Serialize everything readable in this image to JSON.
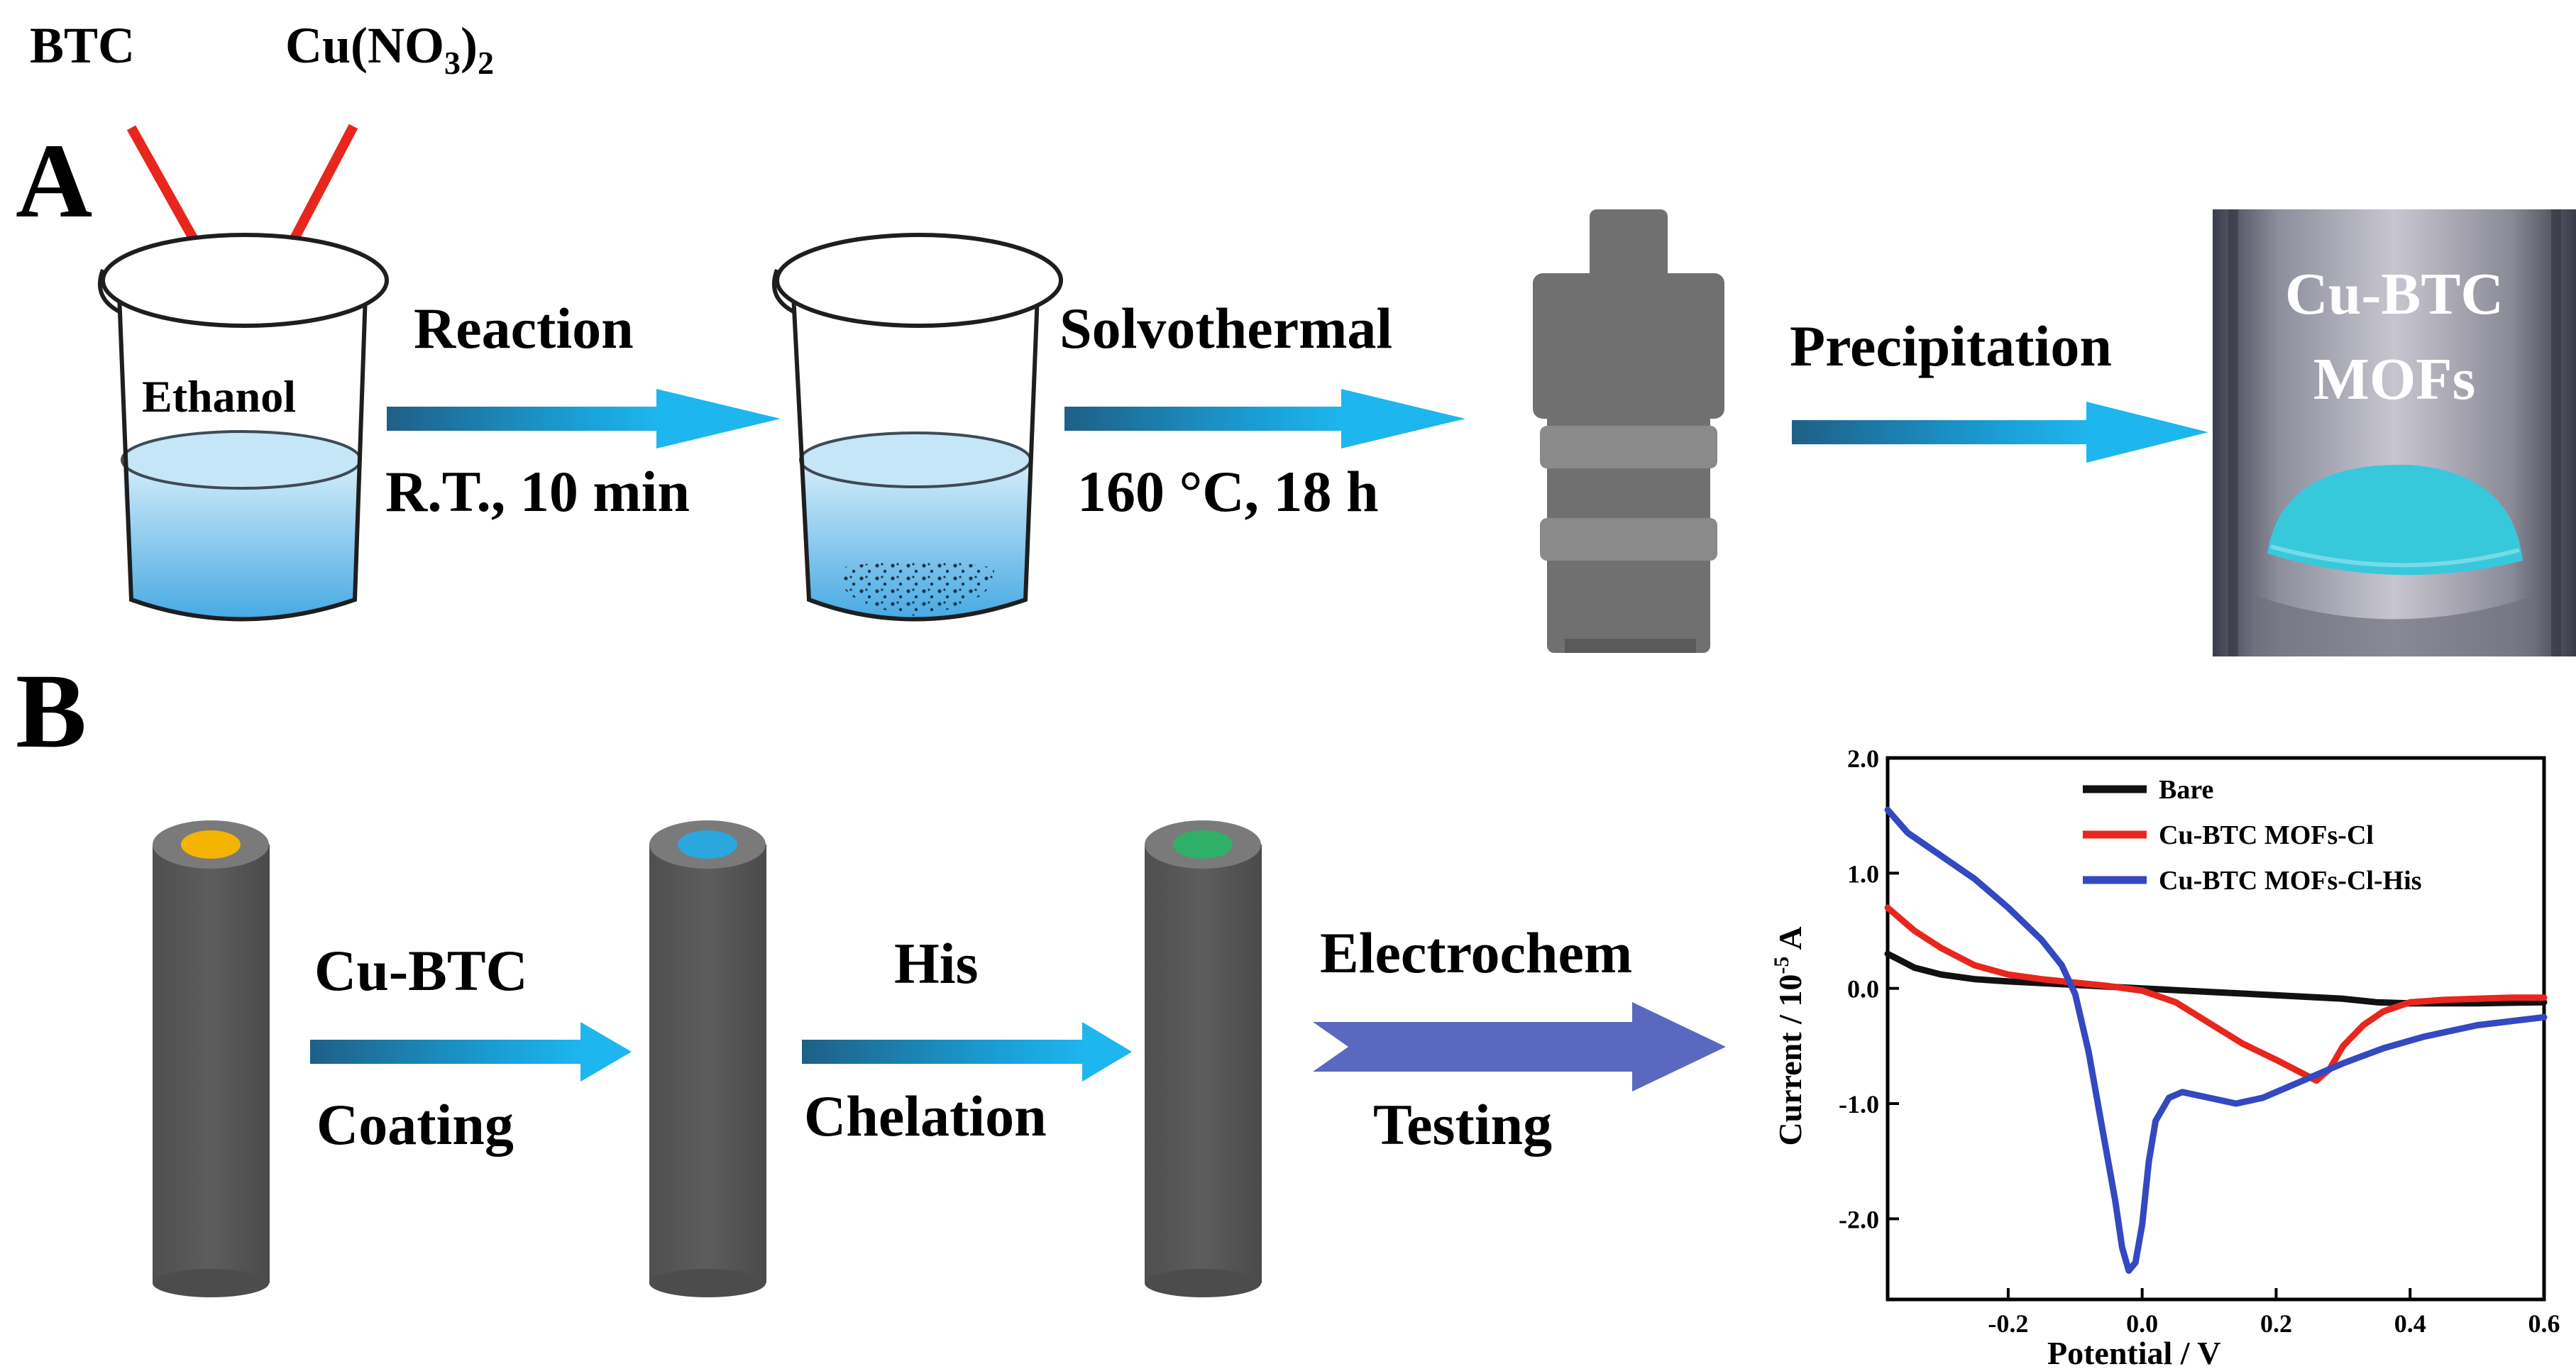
{
  "panel_a": {
    "label": "A",
    "reagent_1": "BTC",
    "reagent_2_prefix": "Cu(NO",
    "reagent_2_sub": "3",
    "reagent_2_suffix": ")",
    "reagent_2_sub2": "2",
    "solvent": "Ethanol",
    "step1_top": "Reaction",
    "step1_bottom": "R.T., 10 min",
    "step2_top": "Solvothermal",
    "step2_bottom": "160 °C, 18 h",
    "step3_top": "Precipitation",
    "product_line1": "Cu-BTC",
    "product_line2": "MOFs"
  },
  "panel_b": {
    "label": "B",
    "step1_top": "Cu-BTC",
    "step1_bottom": "Coating",
    "step2_top": "His",
    "step2_bottom": "Chelation",
    "step3_top": "Electrochem",
    "step3_bottom": "Testing"
  },
  "colors": {
    "arrow_dark": "#1f5f87",
    "arrow_light": "#1eb6ee",
    "electrochem_arrow": "#5a68c0",
    "red_arrow": "#e8261e",
    "electrode": "#585858",
    "electrode_top": "#7a7a7a",
    "tip_bare": "#f5b400",
    "tip_cubtc": "#2aa7df",
    "tip_his": "#2fb069",
    "powder": "#38c8dc",
    "liquid": "#5ab8e8"
  },
  "chart_data": {
    "type": "line",
    "xlabel": "Potential / V",
    "ylabel_prefix": "Current / 10",
    "ylabel_exp": "-5",
    "ylabel_suffix": " A",
    "xlim": [
      -0.38,
      0.6
    ],
    "ylim": [
      -2.7,
      2.0
    ],
    "xticks": [
      -0.2,
      0.0,
      0.2,
      0.4,
      0.6
    ],
    "xtick_labels": [
      "-0.2",
      "0.0",
      "0.2",
      "0.4",
      "0.6"
    ],
    "yticks": [
      2.0,
      1.0,
      0.0,
      -1.0,
      -2.0
    ],
    "ytick_labels": [
      "2.0",
      "1.0",
      "0.0",
      "-1.0",
      "-2.0"
    ],
    "legend_position": "top-right",
    "series": [
      {
        "name": "Bare",
        "color": "#111111",
        "x": [
          -0.38,
          -0.34,
          -0.3,
          -0.25,
          -0.2,
          -0.1,
          0.0,
          0.1,
          0.2,
          0.3,
          0.35,
          0.4,
          0.5,
          0.6
        ],
        "y": [
          0.3,
          0.18,
          0.12,
          0.08,
          0.06,
          0.03,
          0.0,
          -0.03,
          -0.06,
          -0.09,
          -0.12,
          -0.13,
          -0.13,
          -0.12
        ]
      },
      {
        "name": "Cu-BTC MOFs-Cl",
        "color": "#e8261e",
        "x": [
          -0.38,
          -0.34,
          -0.3,
          -0.25,
          -0.2,
          -0.15,
          -0.1,
          -0.05,
          0.0,
          0.05,
          0.1,
          0.15,
          0.2,
          0.24,
          0.26,
          0.28,
          0.3,
          0.33,
          0.36,
          0.4,
          0.45,
          0.5,
          0.55,
          0.6
        ],
        "y": [
          0.7,
          0.5,
          0.35,
          0.2,
          0.12,
          0.08,
          0.05,
          0.02,
          -0.02,
          -0.12,
          -0.3,
          -0.48,
          -0.62,
          -0.74,
          -0.8,
          -0.7,
          -0.5,
          -0.32,
          -0.2,
          -0.12,
          -0.1,
          -0.09,
          -0.08,
          -0.08
        ]
      },
      {
        "name": "Cu-BTC MOFs-Cl-His",
        "color": "#3448c0",
        "x": [
          -0.38,
          -0.35,
          -0.3,
          -0.25,
          -0.2,
          -0.15,
          -0.12,
          -0.1,
          -0.08,
          -0.06,
          -0.04,
          -0.03,
          -0.02,
          -0.01,
          0.0,
          0.01,
          0.02,
          0.04,
          0.06,
          0.1,
          0.14,
          0.18,
          0.24,
          0.3,
          0.36,
          0.42,
          0.5,
          0.6
        ],
        "y": [
          1.55,
          1.35,
          1.15,
          0.95,
          0.7,
          0.42,
          0.2,
          -0.05,
          -0.55,
          -1.2,
          -1.85,
          -2.25,
          -2.45,
          -2.38,
          -2.05,
          -1.5,
          -1.15,
          -0.95,
          -0.9,
          -0.95,
          -1.0,
          -0.95,
          -0.8,
          -0.65,
          -0.52,
          -0.42,
          -0.32,
          -0.25
        ]
      }
    ]
  }
}
